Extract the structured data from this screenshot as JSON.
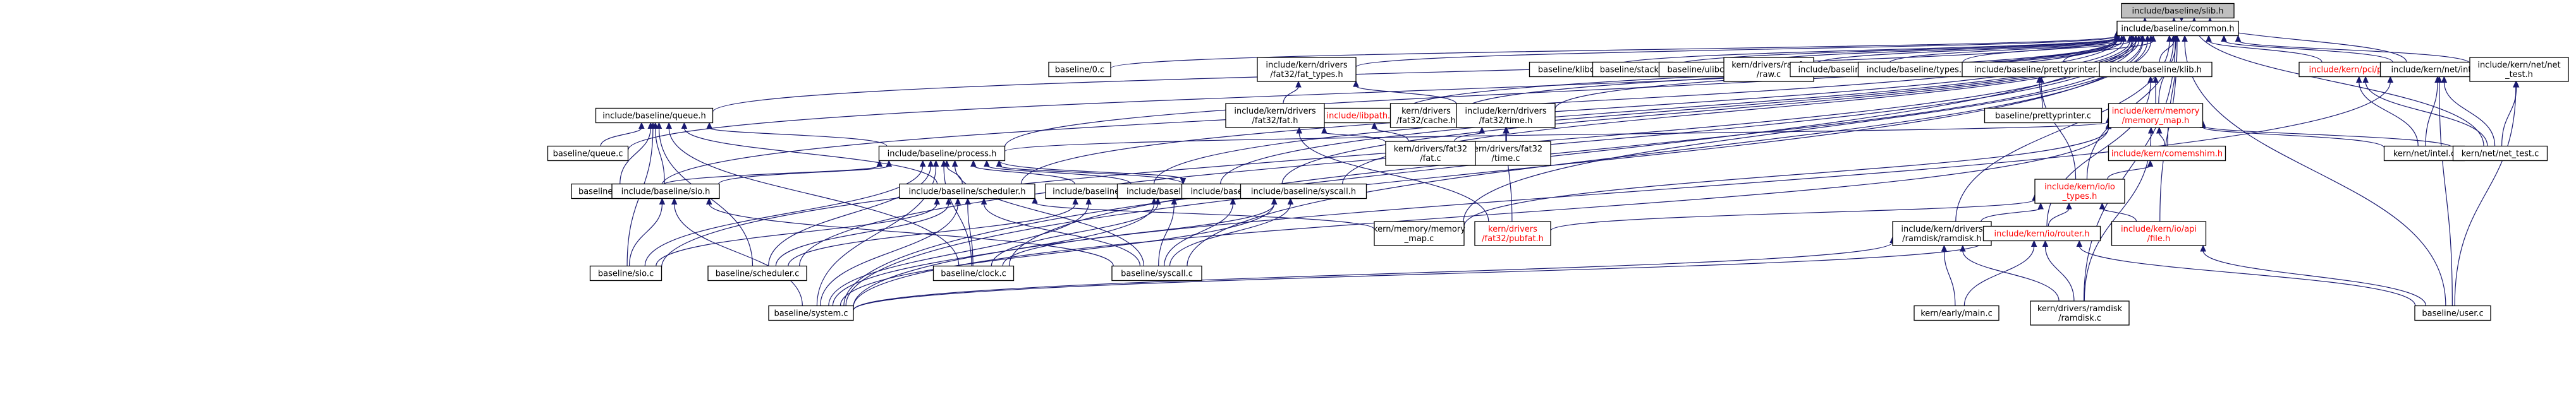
{
  "graph": {
    "title": "include/baseline/slib.h include dependency graph",
    "nodes": [
      {
        "id": "slib",
        "lines": [
          "include/baseline/slib.h"
        ],
        "root": true
      },
      {
        "id": "common",
        "lines": [
          "include/baseline/common.h"
        ]
      },
      {
        "id": "b0c",
        "lines": [
          "baseline/0.c"
        ]
      },
      {
        "id": "fat32types",
        "lines": [
          "include/kern/drivers",
          "/fat32/fat_types.h"
        ]
      },
      {
        "id": "libpath",
        "lines": [
          "include/libpath.h"
        ],
        "red": true
      },
      {
        "id": "fat32fat",
        "lines": [
          "include/kern/drivers",
          "/fat32/fat.h"
        ]
      },
      {
        "id": "fat32cache",
        "lines": [
          "kern/drivers",
          "/fat32/cache.h"
        ]
      },
      {
        "id": "fat32time",
        "lines": [
          "include/kern/drivers",
          "/fat32/time.h"
        ]
      },
      {
        "id": "fat32timec",
        "lines": [
          "kern/drivers/fat32",
          "/time.c"
        ]
      },
      {
        "id": "fat32fatc",
        "lines": [
          "kern/drivers/fat32",
          "/fat.c"
        ]
      },
      {
        "id": "klibc",
        "lines": [
          "baseline/klibc.c"
        ]
      },
      {
        "id": "stackc",
        "lines": [
          "baseline/stack.c"
        ]
      },
      {
        "id": "ulibc",
        "lines": [
          "baseline/ulibc.c"
        ]
      },
      {
        "id": "rawfs",
        "lines": [
          "kern/drivers/rawfs",
          "/raw.c"
        ]
      },
      {
        "id": "b0h",
        "lines": [
          "include/baseline/0.h"
        ]
      },
      {
        "id": "typesh",
        "lines": [
          "include/baseline/types.h"
        ]
      },
      {
        "id": "prettyh",
        "lines": [
          "include/baseline/prettyprinter.h"
        ]
      },
      {
        "id": "prettyc",
        "lines": [
          "baseline/prettyprinter.c"
        ]
      },
      {
        "id": "klibh",
        "lines": [
          "include/baseline/klib.h"
        ]
      },
      {
        "id": "memmap",
        "lines": [
          "include/kern/memory",
          "/memory_map.h"
        ],
        "red": true
      },
      {
        "id": "pcipci",
        "lines": [
          "include/kern/pci/pci.h"
        ],
        "red": true
      },
      {
        "id": "intelh",
        "lines": [
          "include/kern/net/intel.h"
        ]
      },
      {
        "id": "nettesth",
        "lines": [
          "include/kern/net/net",
          "_test.h"
        ]
      },
      {
        "id": "queueh",
        "lines": [
          "include/baseline/queue.h"
        ]
      },
      {
        "id": "queuec",
        "lines": [
          "baseline/queue.c"
        ]
      },
      {
        "id": "processh",
        "lines": [
          "include/baseline/process.h"
        ]
      },
      {
        "id": "processc",
        "lines": [
          "baseline/process.c"
        ]
      },
      {
        "id": "sioh",
        "lines": [
          "include/baseline/sio.h"
        ]
      },
      {
        "id": "schedh",
        "lines": [
          "include/baseline/scheduler.h"
        ]
      },
      {
        "id": "systemh",
        "lines": [
          "include/baseline/system.h"
        ]
      },
      {
        "id": "clockh",
        "lines": [
          "include/baseline/clock.h"
        ]
      },
      {
        "id": "stackh",
        "lines": [
          "include/baseline/stack.h"
        ]
      },
      {
        "id": "syscallh",
        "lines": [
          "include/baseline/syscall.h"
        ]
      },
      {
        "id": "comemshim",
        "lines": [
          "include/kern/comemshim.h"
        ],
        "red": true
      },
      {
        "id": "iotypes",
        "lines": [
          "include/kern/io/io",
          "_types.h"
        ],
        "red": true
      },
      {
        "id": "intelc",
        "lines": [
          "kern/net/intel.c"
        ]
      },
      {
        "id": "nettestc",
        "lines": [
          "kern/net/net_test.c"
        ]
      },
      {
        "id": "pubfat",
        "lines": [
          "kern/drivers",
          "/fat32/pubfat.h"
        ],
        "red": true
      },
      {
        "id": "memmapc",
        "lines": [
          "kern/memory/memory",
          "_map.c"
        ]
      },
      {
        "id": "ramdiskh",
        "lines": [
          "include/kern/drivers",
          "/ramdisk/ramdisk.h"
        ]
      },
      {
        "id": "iorouter",
        "lines": [
          "include/kern/io/router.h"
        ],
        "red": true
      },
      {
        "id": "iofile",
        "lines": [
          "include/kern/io/api",
          "/file.h"
        ],
        "red": true
      },
      {
        "id": "sioc",
        "lines": [
          "baseline/sio.c"
        ]
      },
      {
        "id": "schedc",
        "lines": [
          "baseline/scheduler.c"
        ]
      },
      {
        "id": "clockc",
        "lines": [
          "baseline/clock.c"
        ]
      },
      {
        "id": "syscallc",
        "lines": [
          "baseline/syscall.c"
        ]
      },
      {
        "id": "systemc",
        "lines": [
          "baseline/system.c"
        ]
      },
      {
        "id": "earlymain",
        "lines": [
          "kern/early/main.c"
        ]
      },
      {
        "id": "ramdiskc",
        "lines": [
          "kern/drivers/ramdisk",
          "/ramdisk.c"
        ]
      },
      {
        "id": "userc",
        "lines": [
          "baseline/user.c"
        ]
      }
    ],
    "edges": [
      [
        "slib",
        "common"
      ],
      [
        "slib",
        "intelh"
      ],
      [
        "slib",
        "nettestc"
      ],
      [
        "slib",
        "systemc"
      ],
      [
        "common",
        "slib"
      ],
      [
        "common",
        "b0c"
      ],
      [
        "common",
        "fat32types"
      ],
      [
        "common",
        "libpath"
      ],
      [
        "common",
        "fat32cache"
      ],
      [
        "common",
        "fat32time"
      ],
      [
        "common",
        "klibc"
      ],
      [
        "common",
        "stackc"
      ],
      [
        "common",
        "ulibc"
      ],
      [
        "common",
        "rawfs"
      ],
      [
        "common",
        "b0h"
      ],
      [
        "common",
        "typesh"
      ],
      [
        "common",
        "prettyh"
      ],
      [
        "common",
        "klibh"
      ],
      [
        "common",
        "memmap"
      ],
      [
        "common",
        "pcipci"
      ],
      [
        "common",
        "intelh"
      ],
      [
        "common",
        "nettesth"
      ],
      [
        "common",
        "queueh"
      ],
      [
        "common",
        "queuec"
      ],
      [
        "common",
        "processh"
      ],
      [
        "common",
        "processc"
      ],
      [
        "common",
        "schedh"
      ],
      [
        "common",
        "systemh"
      ],
      [
        "common",
        "clockh"
      ],
      [
        "common",
        "stackh"
      ],
      [
        "common",
        "syscallh"
      ],
      [
        "common",
        "comemshim"
      ],
      [
        "common",
        "iotypes"
      ],
      [
        "common",
        "ramdiskh"
      ],
      [
        "common",
        "iofile"
      ],
      [
        "common",
        "sioc"
      ],
      [
        "common",
        "schedc"
      ],
      [
        "common",
        "clockc"
      ],
      [
        "common",
        "syscallc"
      ],
      [
        "common",
        "systemc"
      ],
      [
        "common",
        "ramdiskc"
      ],
      [
        "common",
        "userc"
      ],
      [
        "common",
        "memmapc"
      ],
      [
        "fat32types",
        "fat32fat"
      ],
      [
        "fat32types",
        "fat32time"
      ],
      [
        "fat32fat",
        "fat32fatc"
      ],
      [
        "fat32fat",
        "pubfat"
      ],
      [
        "fat32time",
        "fat32timec"
      ],
      [
        "fat32time",
        "fat32fatc"
      ],
      [
        "fat32time",
        "pubfat"
      ],
      [
        "libpath",
        "fat32fatc"
      ],
      [
        "prettyh",
        "prettyc"
      ],
      [
        "prettyh",
        "iotypes"
      ],
      [
        "klibh",
        "memmap"
      ],
      [
        "klibh",
        "iorouter"
      ],
      [
        "memmap",
        "comemshim"
      ],
      [
        "memmap",
        "processh"
      ],
      [
        "memmap",
        "intelc"
      ],
      [
        "memmap",
        "nettestc"
      ],
      [
        "memmap",
        "memmapc"
      ],
      [
        "memmap",
        "systemc"
      ],
      [
        "memmap",
        "ramdiskc"
      ],
      [
        "pcipci",
        "intelc"
      ],
      [
        "pcipci",
        "nettestc"
      ],
      [
        "intelh",
        "intelc"
      ],
      [
        "intelh",
        "nettestc"
      ],
      [
        "intelh",
        "systemc"
      ],
      [
        "intelh",
        "userc"
      ],
      [
        "nettesth",
        "nettestc"
      ],
      [
        "nettesth",
        "userc"
      ],
      [
        "queueh",
        "queuec"
      ],
      [
        "queueh",
        "processh"
      ],
      [
        "queueh",
        "processc"
      ],
      [
        "queueh",
        "sioh"
      ],
      [
        "queueh",
        "schedh"
      ],
      [
        "queueh",
        "sioc"
      ],
      [
        "queueh",
        "schedc"
      ],
      [
        "queueh",
        "clockc"
      ],
      [
        "processh",
        "processc"
      ],
      [
        "processh",
        "sioh"
      ],
      [
        "processh",
        "schedh"
      ],
      [
        "processh",
        "systemh"
      ],
      [
        "processh",
        "clockh"
      ],
      [
        "processh",
        "stackh"
      ],
      [
        "processh",
        "sioc"
      ],
      [
        "processh",
        "schedc"
      ],
      [
        "processh",
        "clockc"
      ],
      [
        "processh",
        "syscallc"
      ],
      [
        "processh",
        "systemc"
      ],
      [
        "sioh",
        "sioc"
      ],
      [
        "sioh",
        "syscallc"
      ],
      [
        "sioh",
        "systemc"
      ],
      [
        "schedh",
        "sioc"
      ],
      [
        "schedh",
        "schedc"
      ],
      [
        "schedh",
        "clockc"
      ],
      [
        "schedh",
        "syscallc"
      ],
      [
        "schedh",
        "systemc"
      ],
      [
        "schedh",
        "memmapc"
      ],
      [
        "systemh",
        "schedc"
      ],
      [
        "systemh",
        "systemc"
      ],
      [
        "clockh",
        "clockc"
      ],
      [
        "clockh",
        "syscallc"
      ],
      [
        "clockh",
        "systemc"
      ],
      [
        "stackh",
        "processh"
      ],
      [
        "stackh",
        "syscallc"
      ],
      [
        "syscallh",
        "clockc"
      ],
      [
        "syscallh",
        "syscallc"
      ],
      [
        "syscallh",
        "systemc"
      ],
      [
        "comemshim",
        "iotypes"
      ],
      [
        "iotypes",
        "pubfat"
      ],
      [
        "iotypes",
        "ramdiskh"
      ],
      [
        "iotypes",
        "iorouter"
      ],
      [
        "iotypes",
        "iofile"
      ],
      [
        "ramdiskh",
        "systemc"
      ],
      [
        "ramdiskh",
        "earlymain"
      ],
      [
        "ramdiskh",
        "ramdiskc"
      ],
      [
        "iorouter",
        "systemc"
      ],
      [
        "iorouter",
        "earlymain"
      ],
      [
        "iorouter",
        "ramdiskc"
      ],
      [
        "iorouter",
        "userc"
      ],
      [
        "iofile",
        "userc"
      ]
    ]
  }
}
